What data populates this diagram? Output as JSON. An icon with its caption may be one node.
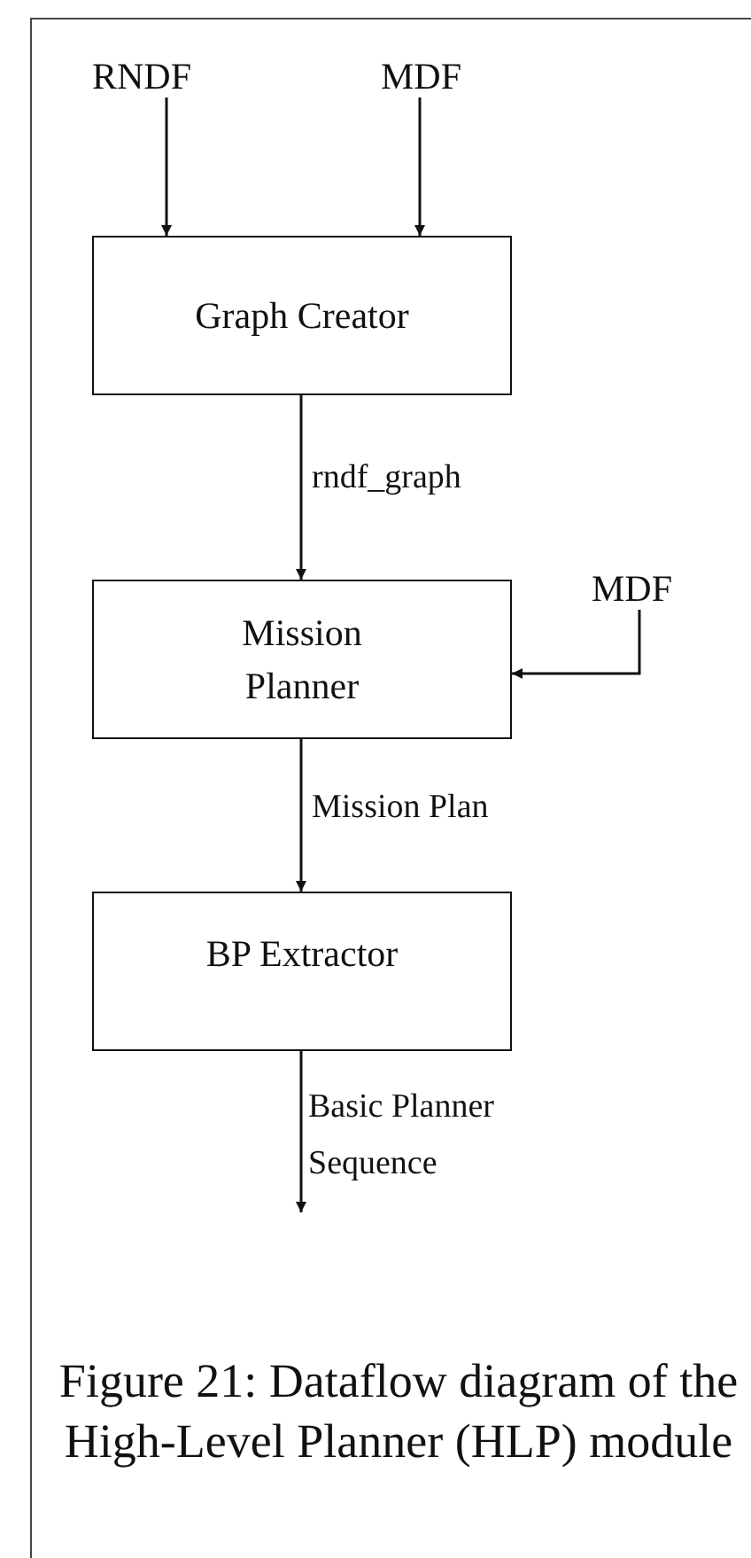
{
  "diagram": {
    "caption": "Figure 21: Dataflow diagram of the High-Level Planner (HLP) module",
    "nodes": [
      {
        "text": [
          "RNDF"
        ]
      },
      {
        "text": [
          "MDF"
        ]
      },
      {
        "text": [
          "Graph Creator"
        ]
      },
      {
        "text": [
          "Mission Planner"
        ]
      },
      {
        "text": [
          "MDF"
        ]
      },
      {
        "text": [
          "BP Extractor"
        ]
      }
    ],
    "edges": [
      {
        "from": 0,
        "to": 2,
        "arrow": "to"
      },
      {
        "from": 1,
        "to": 2,
        "arrow": "to"
      },
      {
        "from": 2,
        "to": 3,
        "label": "rndf_graph",
        "arrow": "to"
      },
      {
        "from": 4,
        "to": 3,
        "arrow": "to"
      },
      {
        "from": 3,
        "to": 5,
        "label": "Mission Plan",
        "arrow": "to"
      },
      {
        "from": 5,
        "to": null,
        "label": "Basic Planner Sequence",
        "arrow": "to"
      }
    ]
  }
}
